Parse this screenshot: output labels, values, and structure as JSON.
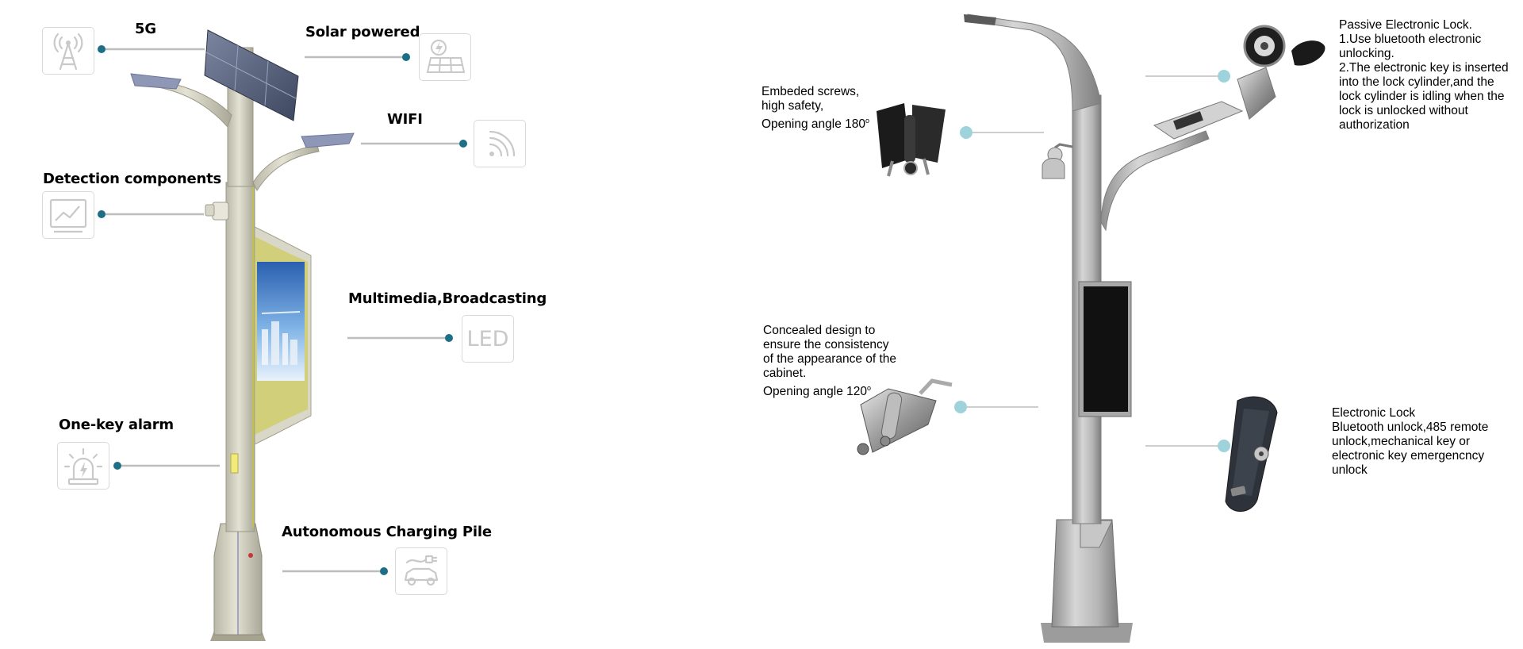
{
  "left_panel": {
    "labels": {
      "g5": "5G",
      "solar": "Solar powered",
      "wifi": "WIFI",
      "detection": "Detection components",
      "multimedia": "Multimedia,Broadcasting",
      "alarm": "One-key alarm",
      "charging": "Autonomous Charging Pile"
    },
    "led_icon_text": "LED",
    "icons": [
      "antenna-tower-icon",
      "solar-panel-icon",
      "wifi-icon",
      "line-chart-icon",
      "led-icon",
      "alarm-siren-icon",
      "ev-charging-icon"
    ],
    "callout_color": "#1c6f85"
  },
  "right_panel": {
    "hinge_top": {
      "l1": "Embeded screws,",
      "l2": "high safety,",
      "l3": "Opening angle 180",
      "sup": "o"
    },
    "hinge_bottom": {
      "l1": "Concealed design to",
      "l2": "ensure the consistency",
      "l3": "of the appearance of the",
      "l4": "cabinet.",
      "l5": "Opening angle 120",
      "sup": "o"
    },
    "passive_lock": {
      "l1": "Passive Electronic Lock.",
      "l2": " 1.Use bluetooth electronic",
      "l3": " unlocking.",
      "l4": " 2.The electronic key is inserted",
      "l5": " into the lock cylinder,and the",
      "l6": " lock cylinder is idling when the",
      "l7": " lock is unlocked without",
      "l8": " authorization"
    },
    "electronic_lock": {
      "l1": "Electronic Lock",
      "l2": "Bluetooth unlock,485 remote",
      "l3": " unlock,mechanical key or",
      "l4": " electronic key emergencncy",
      "l5": " unlock"
    },
    "callout_color": "#9fd3dc"
  }
}
